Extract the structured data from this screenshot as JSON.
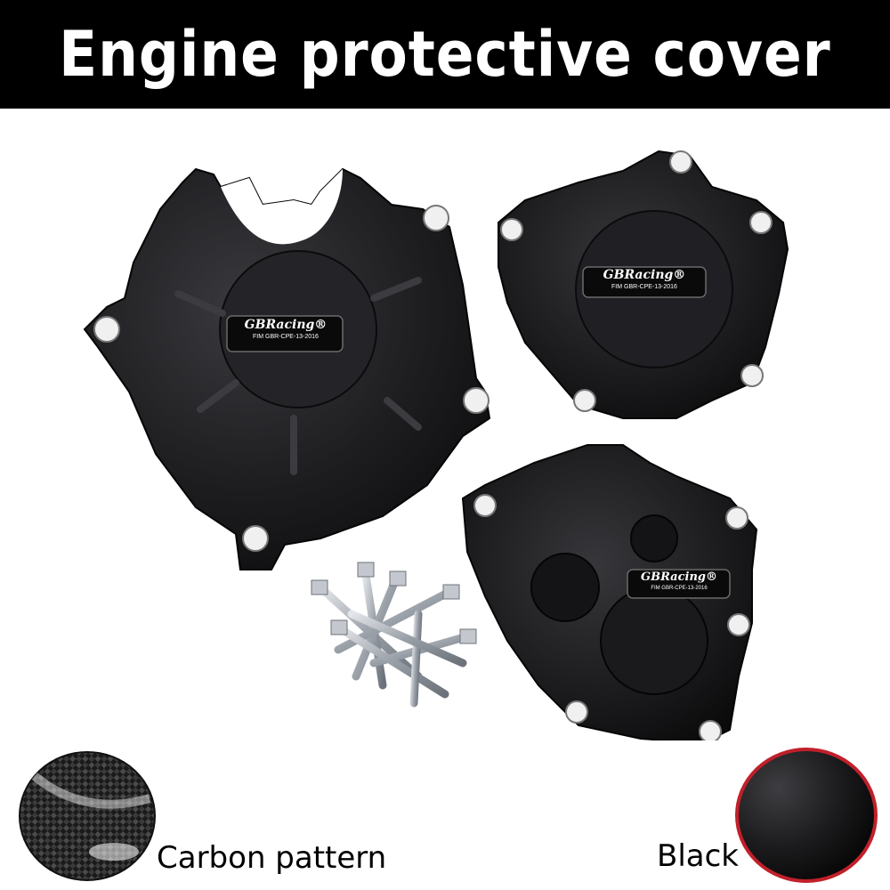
{
  "banner": {
    "title": "Engine protective cover"
  },
  "product": {
    "brand_logo": "GBRacing®",
    "cert_text": "FIM GBR-CPE-13-2016"
  },
  "options": [
    {
      "label": "Carbon pattern",
      "swatch": "carbon-fiber"
    },
    {
      "label": "Black",
      "swatch": "matte-black"
    }
  ],
  "colors": {
    "banner_bg": "#000000",
    "banner_text": "#ffffff",
    "cover_black": "#1b1b1d",
    "bolt_silver": "#b8bcc4"
  }
}
